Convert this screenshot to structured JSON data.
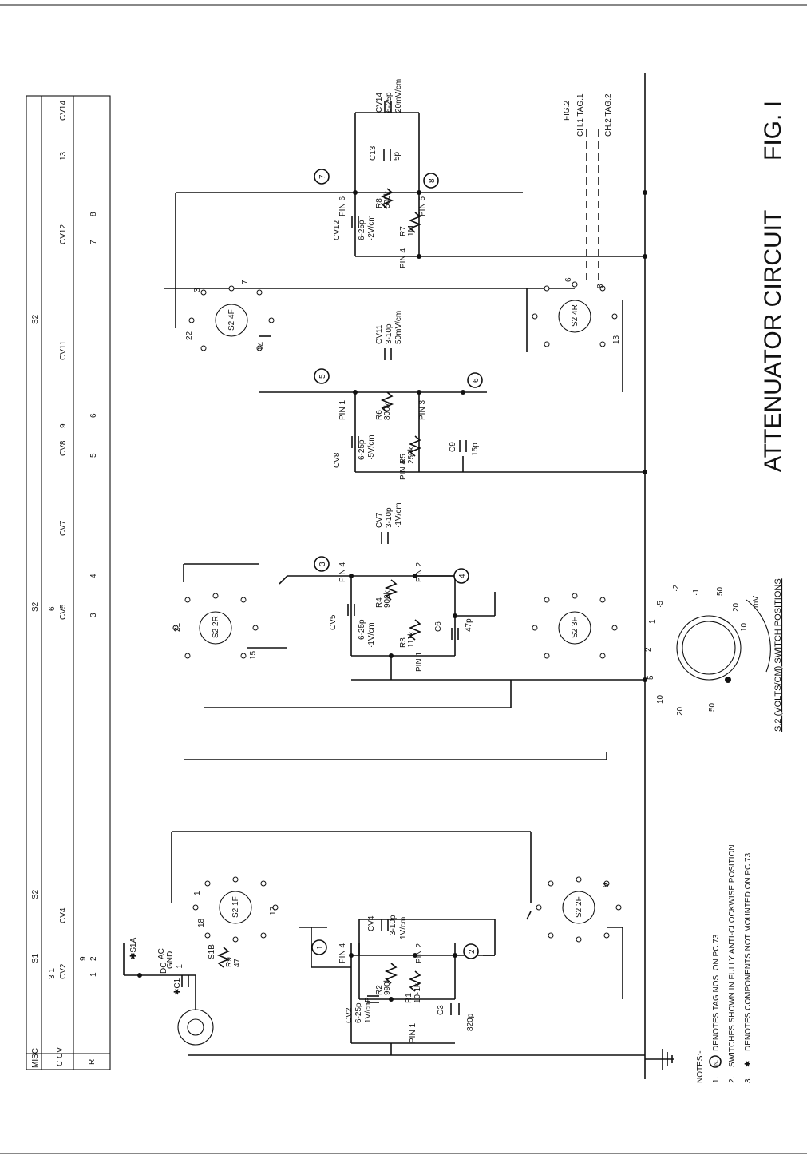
{
  "figure": {
    "title": "ATTENUATOR CIRCUIT",
    "fig_label": "FIG. I"
  },
  "notes": {
    "heading": "NOTES:-",
    "items": [
      {
        "num": "1.",
        "symbol": "N.",
        "text": "DENOTES TAG NOS. ON PC.73"
      },
      {
        "num": "2.",
        "symbol": "",
        "text": "SWITCHES SHOWN IN FULLY ANTI-CLOCKWISE POSITION"
      },
      {
        "num": "3.",
        "symbol": "✱",
        "text": "DENOTES COMPONENTS NOT MOUNTED ON PC.73"
      }
    ]
  },
  "table": {
    "row_labels": [
      "MISC",
      "C CV",
      "R"
    ],
    "misc": [
      "S1",
      "S2",
      "S2",
      "S2"
    ],
    "c_cv": [
      "CV2",
      "3 1",
      "CV4",
      "CV5",
      "6",
      "CV7",
      "CV8",
      "9",
      "CV11",
      "CV12",
      "13",
      "CV14"
    ],
    "r": [
      "1",
      "2",
      "9",
      "3",
      "4",
      "5",
      "6",
      "7",
      "8"
    ]
  },
  "tags": [
    "1",
    "2",
    "3",
    "4",
    "5",
    "6",
    "7",
    "8"
  ],
  "components": {
    "cv2": [
      "CV2",
      "6-25p",
      "1V/cm",
      "P"
    ],
    "r2": [
      "R2",
      "990k"
    ],
    "r1": [
      "R1",
      "10·1k"
    ],
    "c3": [
      "C3",
      "820p"
    ],
    "cv4": [
      "CV4",
      "3-10p",
      "1V/cm"
    ],
    "cv5": [
      "CV5",
      "6-25p",
      "·1V/cm"
    ],
    "r4": [
      "R4",
      "900k"
    ],
    "r3": [
      "R3",
      "111k"
    ],
    "c6": [
      "C6",
      "47p"
    ],
    "cv7": [
      "CV7",
      "3-10p",
      "·1V/cm"
    ],
    "cv8": [
      "CV8",
      "6-25p",
      "·5V/cm"
    ],
    "r6": [
      "R6",
      "800k"
    ],
    "r5": [
      "R5",
      "250k"
    ],
    "c9": [
      "C9",
      "15p"
    ],
    "cv11": [
      "CV11",
      "3-10p",
      "50mV/cm"
    ],
    "cv12": [
      "CV12",
      "6-25p",
      "·2V/cm"
    ],
    "r8": [
      "R8",
      "500k"
    ],
    "r7": [
      "R7",
      "1M"
    ],
    "c13": [
      "C13",
      "5p"
    ],
    "cv14": [
      "CV14",
      "6-25p",
      "20mV/cm"
    ],
    "r9": [
      "R9",
      "47"
    ],
    "c1": [
      "✱C1",
      "·1"
    ]
  },
  "pins": {
    "pin1": "PIN 1",
    "pin2": "PIN 2",
    "pin3": "PIN 3",
    "pin4": "PIN 4",
    "pin5": "PIN 5",
    "pin6": "PIN 6"
  },
  "switches": {
    "s1a": "✱S1A",
    "s1b": "S1B",
    "ac": "AC",
    "dc": "DC",
    "gnd": "GND",
    "s2_1f": "S2 1F",
    "s2_2f": "S2 2F",
    "s2_2r": "S2 2R",
    "s2_3f": "S2 3F",
    "s2_4f": "S2 4F",
    "s2_4r": "S2 4R",
    "contact_numbers": [
      "1",
      "18",
      "12",
      "9",
      "15",
      "21",
      "3",
      "22",
      "14",
      "7",
      "6",
      "8",
      "13"
    ]
  },
  "output": {
    "ref": "FIG.2",
    "ch1": "CH.1 TAG.1",
    "ch2": "CH.2 TAG.2"
  },
  "dial": {
    "title": "S.2 (VOLTS/CM) SWITCH POSITIONS",
    "volts": [
      "·1",
      "·2",
      "·5",
      "1",
      "2",
      "5",
      "10",
      "20",
      "50"
    ],
    "millivolts": [
      "50",
      "20",
      "10"
    ],
    "mv_unit": "mV"
  }
}
